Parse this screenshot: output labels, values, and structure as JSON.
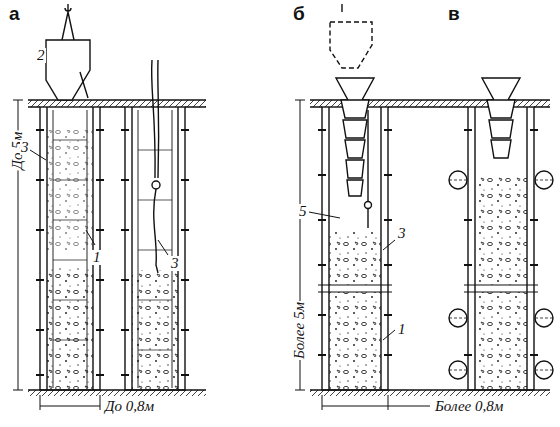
{
  "diagram": {
    "labels": [
      "а",
      "б",
      "в",
      "2",
      "До 5м",
      "3",
      "1",
      "3",
      "5",
      "3",
      "Более 5м",
      "1",
      "До 0,8м",
      "Более 0,8м"
    ]
  }
}
